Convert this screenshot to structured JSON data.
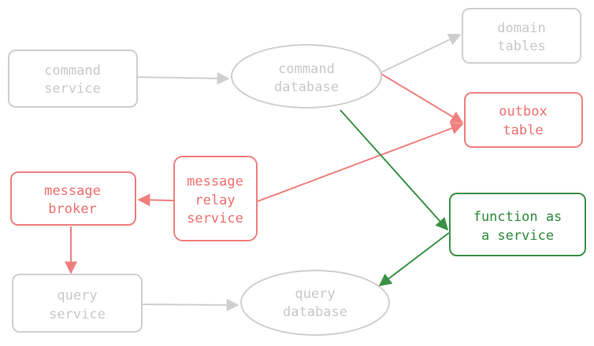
{
  "colors": {
    "grey": "#cfcfcf",
    "red": "#f07f7f",
    "green": "#3a9146"
  },
  "nodes": {
    "command_service": {
      "line1": "command",
      "line2": "service"
    },
    "command_database": {
      "line1": "command",
      "line2": "database"
    },
    "domain_tables": {
      "line1": "domain",
      "line2": "tables"
    },
    "outbox_table": {
      "line1": "outbox",
      "line2": "table"
    },
    "function_service": {
      "line1": "function as",
      "line2": "a service"
    },
    "message_relay": {
      "line1": "message",
      "line2": "relay",
      "line3": "service"
    },
    "message_broker": {
      "line1": "message",
      "line2": "broker"
    },
    "query_service": {
      "line1": "query",
      "line2": "service"
    },
    "query_database": {
      "line1": "query",
      "line2": "database"
    }
  }
}
